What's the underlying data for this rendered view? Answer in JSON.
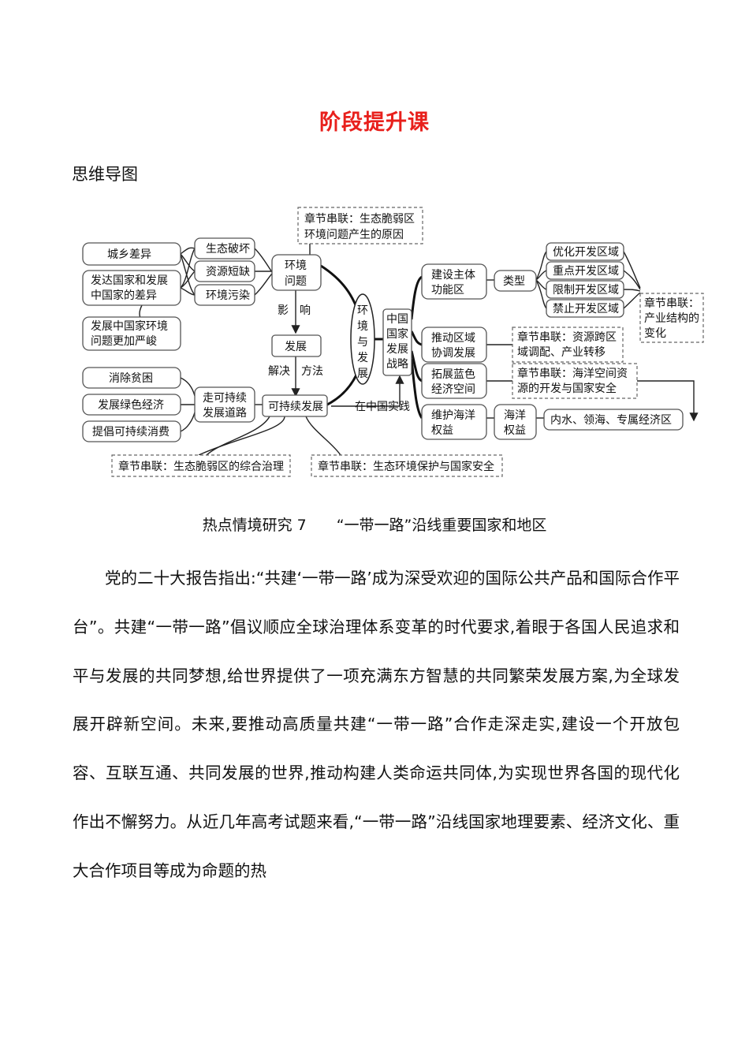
{
  "title": "阶段提升课",
  "section_label": "思维导图",
  "mindmap": {
    "link_top": {
      "line1": "章节串联：生态脆弱区",
      "line2": "环境问题产生的原因"
    },
    "env_problem": {
      "line1": "环境",
      "line2": "问题"
    },
    "problems": [
      "生态破坏",
      "资源短缺",
      "环境污染"
    ],
    "left_causes": {
      "urban_rural": "城乡差异",
      "dev_gap": {
        "line1": "发达国家和发展",
        "line2": "中国家的差异"
      },
      "worse": {
        "line1": "发展中国家环境",
        "line2": "问题更加严峻"
      }
    },
    "influence": "影　响",
    "development": "发展",
    "solve": "解决　方法",
    "sustainable": "可持续发展",
    "path": {
      "line1": "走可持续",
      "line2": "发展道路"
    },
    "paths": [
      "消除贫困",
      "发展绿色经济",
      "提倡可持续消费"
    ],
    "link_bottom_left": "章节串联：生态脆弱区的综合治理",
    "link_bottom_right": "章节串联：生态环境保护与国家安全",
    "center": [
      "环",
      "境",
      "与",
      "发",
      "展"
    ],
    "china_practice": "在中国实践",
    "strategy": [
      "中国",
      "国家",
      "发展",
      "战略"
    ],
    "strategy_items": {
      "main_body": {
        "line1": "建设主体",
        "line2": "功能区"
      },
      "regional": {
        "line1": "推动区域",
        "line2": "协调发展"
      },
      "blue": {
        "line1": "拓展蓝色",
        "line2": "经济空间"
      },
      "ocean": {
        "line1": "维护海洋",
        "line2": "权益"
      }
    },
    "type_label": "类型",
    "zones": [
      "优化开发区域",
      "重点开发区域",
      "限制开发区域",
      "禁止开发区域"
    ],
    "link_industry": [
      "章节串联：",
      "产业结构的",
      "变化"
    ],
    "link_transfer": {
      "line1": "章节串联：资源跨区",
      "line2": "域调配、产业转移"
    },
    "link_ocean": {
      "line1": "章节串联：海洋空间资",
      "line2": "源的开发与国家安全"
    },
    "ocean_rights": {
      "line1": "海洋",
      "line2": "权益"
    },
    "waters": "内水、领海、专属经济区"
  },
  "case_study_title": "热点情境研究 7　　“一带一路”沿线重要国家和地区",
  "paragraph": "党的二十大报告指出:“共建‘一带一路’成为深受欢迎的国际公共产品和国际合作平台”。共建“一带一路”倡议顺应全球治理体系变革的时代要求,着眼于各国人民追求和平与发展的共同梦想,给世界提供了一项充满东方智慧的共同繁荣发展方案,为全球发展开辟新空间。未来,要推动高质量共建“一带一路”合作走深走实,建设一个开放包容、互联互通、共同发展的世界,推动构建人类命运共同体,为实现世界各国的现代化作出不懈努力。从近几年高考试题来看,“一带一路”沿线国家地理要素、经济文化、重大合作项目等成为命题的热"
}
